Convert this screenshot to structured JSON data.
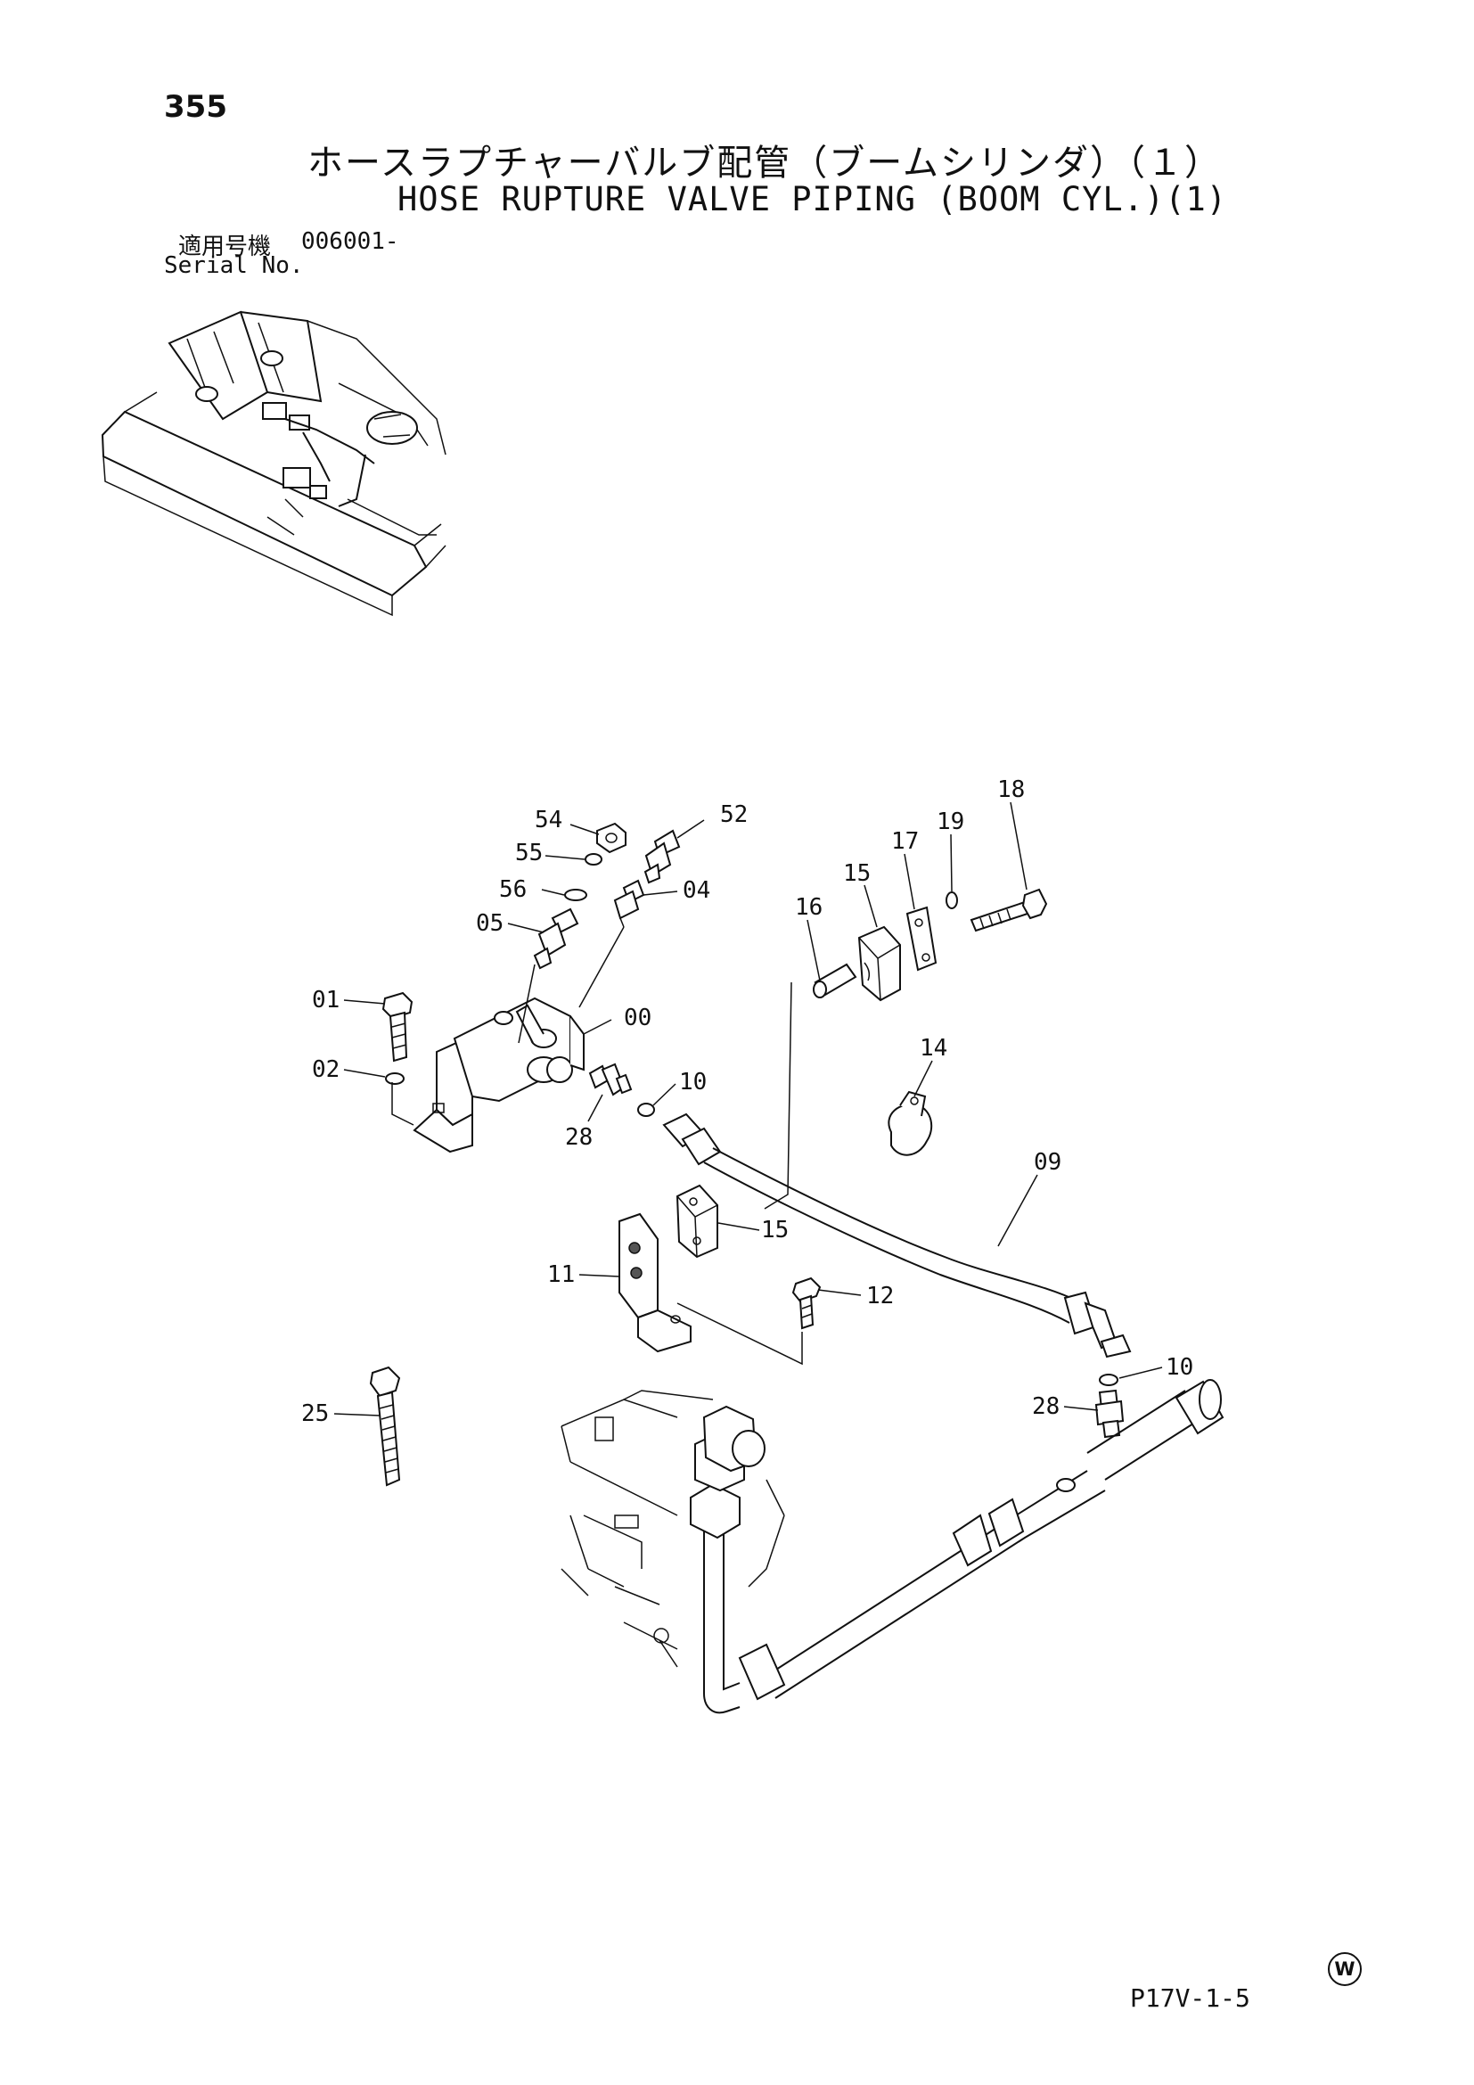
{
  "page_number": "355",
  "title_jp": "ホースラプチャーバルブ配管（ブームシリンダ）（１）",
  "title_en": "HOSE RUPTURE VALVE PIPING (BOOM CYL.)(1)",
  "serial": {
    "label_jp": "適用号機",
    "label_en": "Serial No.",
    "value": "006001-"
  },
  "footer_code": "P17V-1-5",
  "mark": "W",
  "callouts": {
    "c18": "18",
    "c19": "19",
    "c17": "17",
    "c15a": "15",
    "c16": "16",
    "c54": "54",
    "c52": "52",
    "c55": "55",
    "c56": "56",
    "c04": "04",
    "c05": "05",
    "c01": "01",
    "c00": "00",
    "c02": "02",
    "c10a": "10",
    "c28a": "28",
    "c14": "14",
    "c09": "09",
    "c15b": "15",
    "c11": "11",
    "c12": "12",
    "c10b": "10",
    "c28b": "28",
    "c25": "25"
  }
}
